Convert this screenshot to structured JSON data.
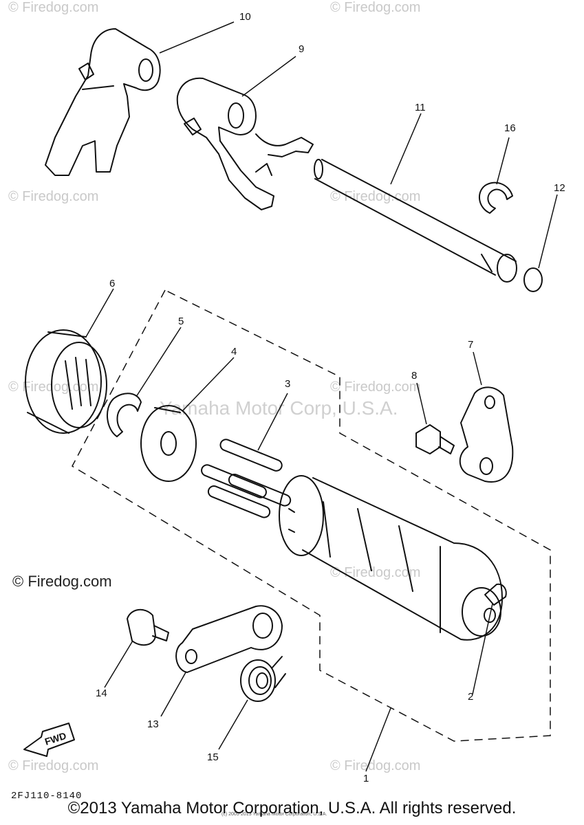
{
  "watermarks": {
    "small": "© Firedog.com",
    "corner": "© Firedog.com",
    "center": "Yamaha Motor Corp, U.S.A."
  },
  "callouts": [
    "1",
    "2",
    "3",
    "4",
    "5",
    "6",
    "7",
    "8",
    "9",
    "10",
    "11",
    "12",
    "13",
    "14",
    "15",
    "16"
  ],
  "fwd_label": "FWD",
  "diagram_code": "2FJ110-8140",
  "small_copyright": "(c) 2005-2013 Yamaha Motor Corporation, U.S.A.",
  "footer": "©2013 Yamaha Motor Corporation, U.S.A. All rights reserved."
}
